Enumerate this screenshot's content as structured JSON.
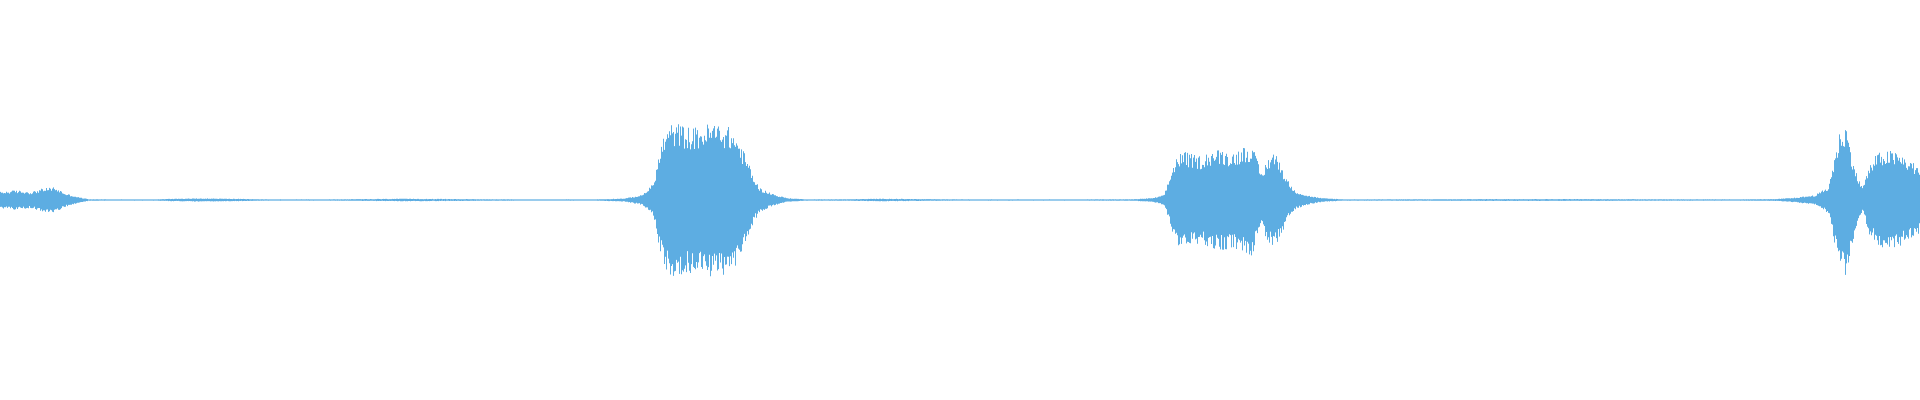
{
  "waveform": {
    "color": "#5dade2",
    "background": "#ffffff",
    "envelope_points": [
      [
        0.0,
        0.05
      ],
      [
        0.008,
        0.06
      ],
      [
        0.016,
        0.05
      ],
      [
        0.022,
        0.07
      ],
      [
        0.028,
        0.08
      ],
      [
        0.034,
        0.04
      ],
      [
        0.04,
        0.02
      ],
      [
        0.046,
        0.005
      ],
      [
        0.06,
        0.004
      ],
      [
        0.08,
        0.004
      ],
      [
        0.09,
        0.008
      ],
      [
        0.105,
        0.01
      ],
      [
        0.12,
        0.008
      ],
      [
        0.14,
        0.004
      ],
      [
        0.17,
        0.004
      ],
      [
        0.19,
        0.006
      ],
      [
        0.21,
        0.008
      ],
      [
        0.24,
        0.006
      ],
      [
        0.27,
        0.004
      ],
      [
        0.29,
        0.004
      ],
      [
        0.31,
        0.004
      ],
      [
        0.325,
        0.01
      ],
      [
        0.334,
        0.03
      ],
      [
        0.34,
        0.1
      ],
      [
        0.343,
        0.28
      ],
      [
        0.346,
        0.42
      ],
      [
        0.35,
        0.47
      ],
      [
        0.355,
        0.46
      ],
      [
        0.36,
        0.44
      ],
      [
        0.365,
        0.45
      ],
      [
        0.37,
        0.47
      ],
      [
        0.375,
        0.47
      ],
      [
        0.38,
        0.44
      ],
      [
        0.384,
        0.38
      ],
      [
        0.387,
        0.3
      ],
      [
        0.39,
        0.22
      ],
      [
        0.393,
        0.12
      ],
      [
        0.396,
        0.07
      ],
      [
        0.4,
        0.05
      ],
      [
        0.404,
        0.03
      ],
      [
        0.41,
        0.012
      ],
      [
        0.42,
        0.004
      ],
      [
        0.44,
        0.005
      ],
      [
        0.46,
        0.008
      ],
      [
        0.48,
        0.006
      ],
      [
        0.5,
        0.004
      ],
      [
        0.53,
        0.004
      ],
      [
        0.56,
        0.004
      ],
      [
        0.59,
        0.005
      ],
      [
        0.6,
        0.012
      ],
      [
        0.606,
        0.03
      ],
      [
        0.609,
        0.14
      ],
      [
        0.612,
        0.26
      ],
      [
        0.616,
        0.3
      ],
      [
        0.62,
        0.28
      ],
      [
        0.625,
        0.27
      ],
      [
        0.63,
        0.3
      ],
      [
        0.636,
        0.31
      ],
      [
        0.642,
        0.29
      ],
      [
        0.648,
        0.33
      ],
      [
        0.652,
        0.34
      ],
      [
        0.654,
        0.26
      ],
      [
        0.657,
        0.16
      ],
      [
        0.66,
        0.26
      ],
      [
        0.663,
        0.3
      ],
      [
        0.666,
        0.25
      ],
      [
        0.67,
        0.13
      ],
      [
        0.674,
        0.06
      ],
      [
        0.68,
        0.03
      ],
      [
        0.688,
        0.012
      ],
      [
        0.7,
        0.004
      ],
      [
        0.74,
        0.005
      ],
      [
        0.78,
        0.006
      ],
      [
        0.82,
        0.006
      ],
      [
        0.86,
        0.005
      ],
      [
        0.9,
        0.004
      ],
      [
        0.925,
        0.006
      ],
      [
        0.935,
        0.015
      ],
      [
        0.945,
        0.03
      ],
      [
        0.952,
        0.08
      ],
      [
        0.955,
        0.25
      ],
      [
        0.958,
        0.42
      ],
      [
        0.961,
        0.47
      ],
      [
        0.964,
        0.3
      ],
      [
        0.967,
        0.15
      ],
      [
        0.97,
        0.08
      ],
      [
        0.973,
        0.2
      ],
      [
        0.977,
        0.28
      ],
      [
        0.981,
        0.3
      ],
      [
        0.985,
        0.3
      ],
      [
        0.99,
        0.28
      ],
      [
        0.995,
        0.24
      ],
      [
        1.0,
        0.2
      ]
    ]
  }
}
